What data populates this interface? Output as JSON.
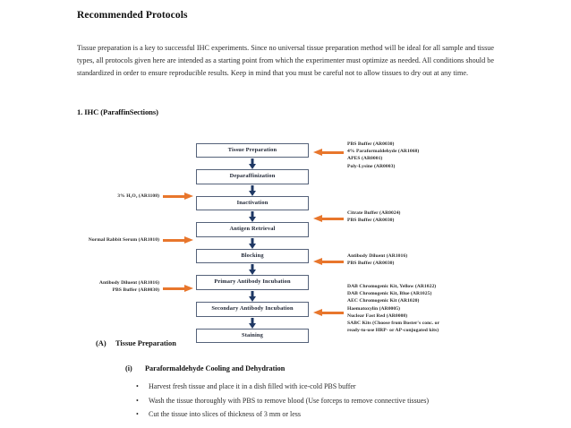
{
  "document": {
    "title": "Recommended Protocols",
    "intro_paragraph": "Tissue preparation is a key to successful IHC experiments. Since no universal tissue preparation method  will be ideal for all sample and tissue types, all protocols given here are intended as a starting point from  which the experimenter must optimize as needed. All conditions should be standardized in order to  ensure reproducible results. Keep in mind that you must be careful not to allow tissues to dry out at any  time.",
    "section_heading": "1. IHC (ParaffinSections)"
  },
  "flowchart": {
    "steps": [
      {
        "label": "Tissue Preparation"
      },
      {
        "label": "Deparaffinization"
      },
      {
        "label": "Inactivation"
      },
      {
        "label": "Antigen Retrieval"
      },
      {
        "label": "Blocking"
      },
      {
        "label": "Primary Antibody Incubation"
      },
      {
        "label": "Secondary Antibody Incubation"
      },
      {
        "label": "Staining"
      }
    ],
    "annotations_right": [
      {
        "step": "Tissue Preparation",
        "lines": "PBS Buffer (AR0030)\n4% Paraformaldehyde (AR1068)\nAPES (AR0001)\nPoly-Lysine (AR0003)"
      },
      {
        "step": "Antigen Retrieval",
        "lines": "Citrate Buffer (AR0024)\nPBS Buffer (AR0030)"
      },
      {
        "step": "Primary Antibody Incubation",
        "lines": "Antibody Diluent (AR1016)\nPBS Buffer (AR0030)"
      },
      {
        "step": "Staining",
        "lines": "DAB Chromogenic Kit, Yellow (AR1022)\nDAB Chromogenic Kit, Blue (AR1025)\nAEC Chromogenic Kit (AR1020)\nHaematoxylin (AR0005)\nNuclear Fast Red (AR0008)\nSABC Kits (Choose from Boster's conc. or\nready-to-use HRP- or AP-conjugated kits)"
      }
    ],
    "annotations_left": [
      {
        "step": "Inactivation",
        "lines": "3% H₂O₂ (AR1108)"
      },
      {
        "step": "Blocking",
        "lines": "Normal Rabbit Serum (AR1010)"
      },
      {
        "step": "Secondary Antibody Incubation",
        "lines": "Antibody Diluent (AR1016)\nPBS Buffer (AR0030)"
      }
    ],
    "colors": {
      "box_border": "#55627a",
      "down_arrow": "#1f3864",
      "side_arrow": "#E8762C"
    }
  },
  "outline": {
    "level_a": {
      "marker": "(A)",
      "label": "Tissue Preparation"
    },
    "level_i": {
      "marker": "(i)",
      "label": "Paraformaldehyde Cooling and Dehydration"
    },
    "bullets": [
      "Harvest fresh tissue and place it in a dish filled with ice-cold PBS buffer",
      "Wash the tissue thoroughly with PBS to remove blood (Use forceps to remove  connective tissues)",
      "Cut the tissue into slices of thickness of 3 mm or less"
    ],
    "bullet_glyph": "•"
  }
}
